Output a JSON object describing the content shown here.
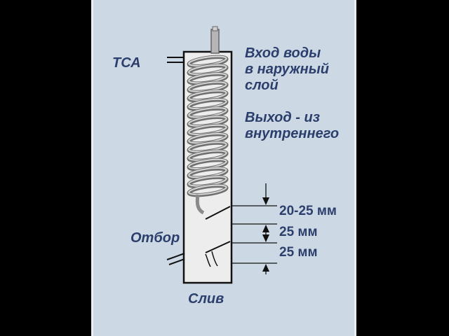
{
  "labels": {
    "tca": "ТСА",
    "water_lines": [
      "Вход воды",
      "в наружный",
      "слой",
      "Выход - из",
      "внутреннего"
    ],
    "otbor": "Отбор",
    "sliv": "Слив",
    "dims": [
      "20-25 мм",
      "25 мм",
      "25 мм"
    ]
  },
  "colors": {
    "background": "#000000",
    "panel": "#ccd9e4",
    "text": "#2b3e6c",
    "column_fill": "#ededed",
    "column_outline": "#111111",
    "coil": "#9c9c9c"
  }
}
